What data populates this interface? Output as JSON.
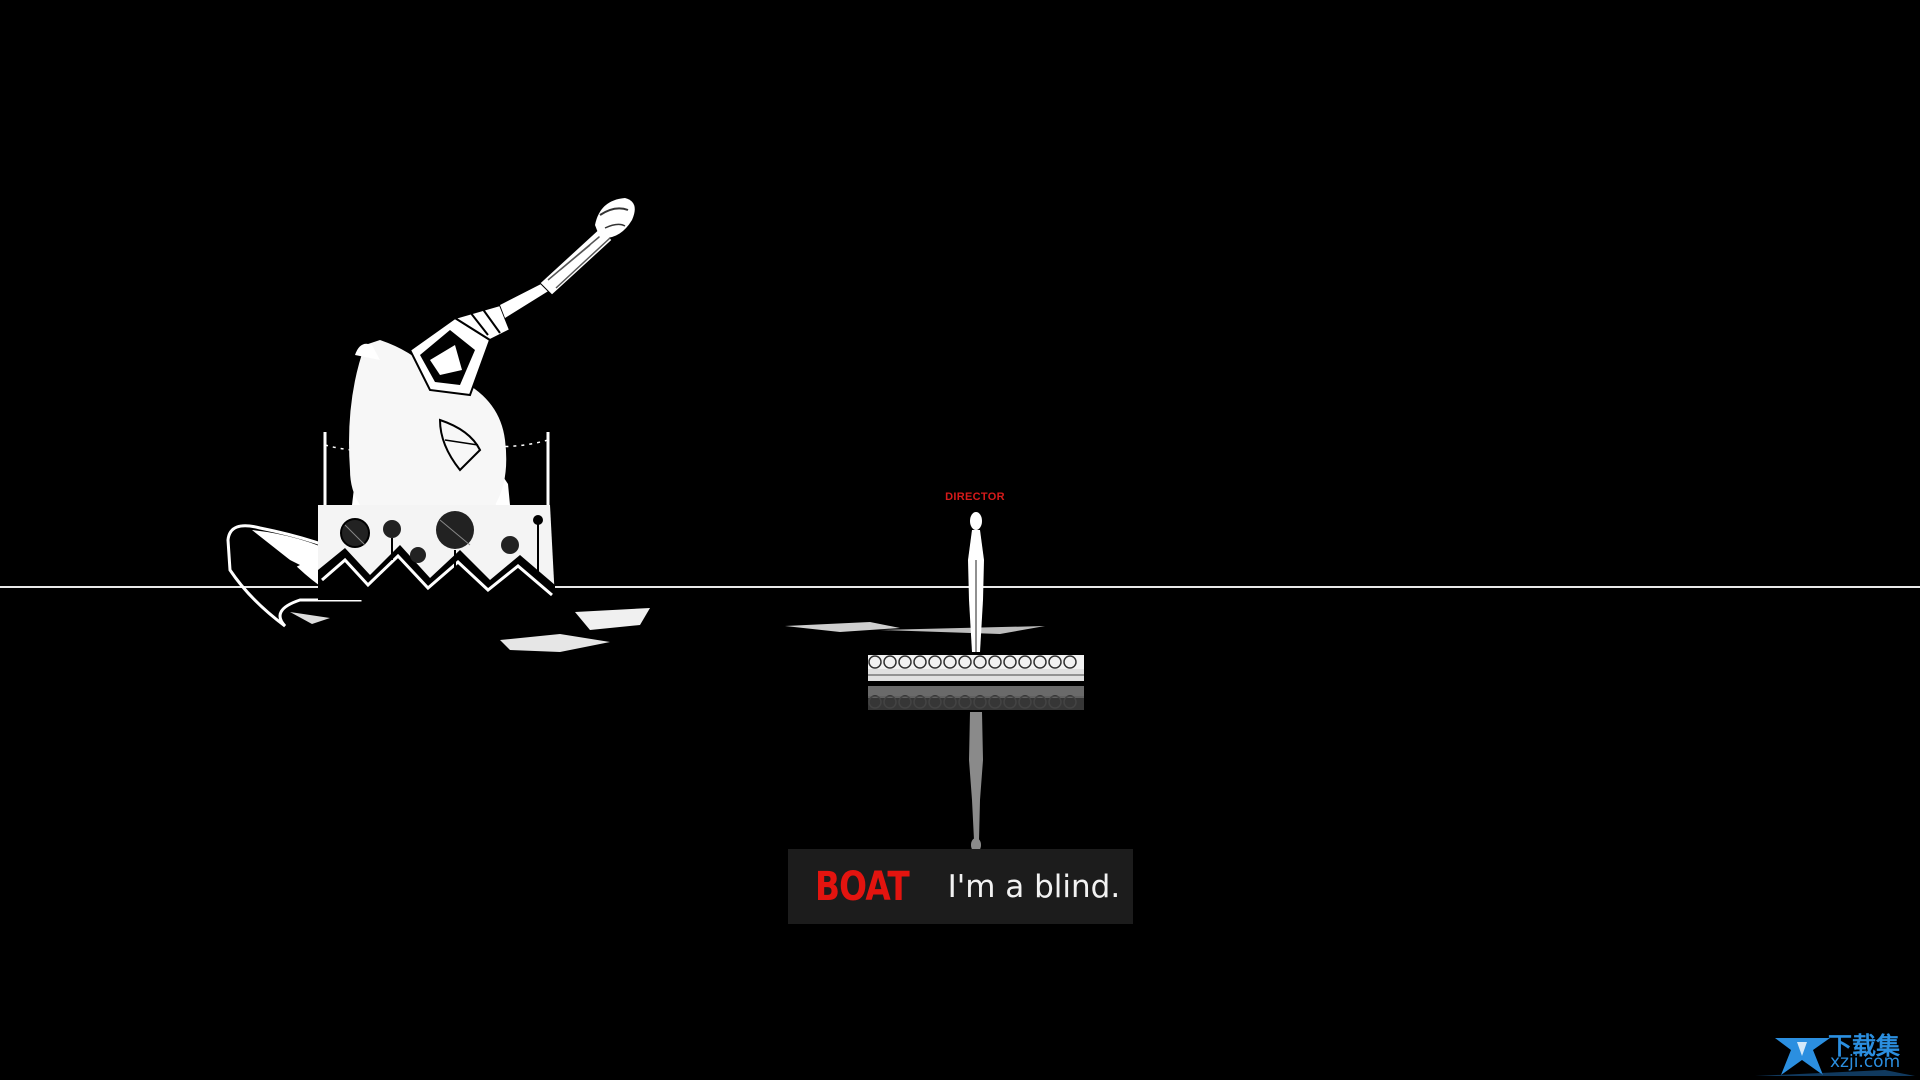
{
  "scene": {
    "background_color": "#000000",
    "horizon_color": "#e8e8e8",
    "accent_red": "#e3140f"
  },
  "characters": {
    "director": {
      "label": "DIRECTOR",
      "label_color": "#d61a1a"
    }
  },
  "dialogue": {
    "speaker": "BOAT",
    "text": "I'm a blind."
  },
  "watermark": {
    "logo_text": "下载集",
    "domain": "xzji.com",
    "icon": "star-logo-icon",
    "color": "#2b8fe0"
  }
}
